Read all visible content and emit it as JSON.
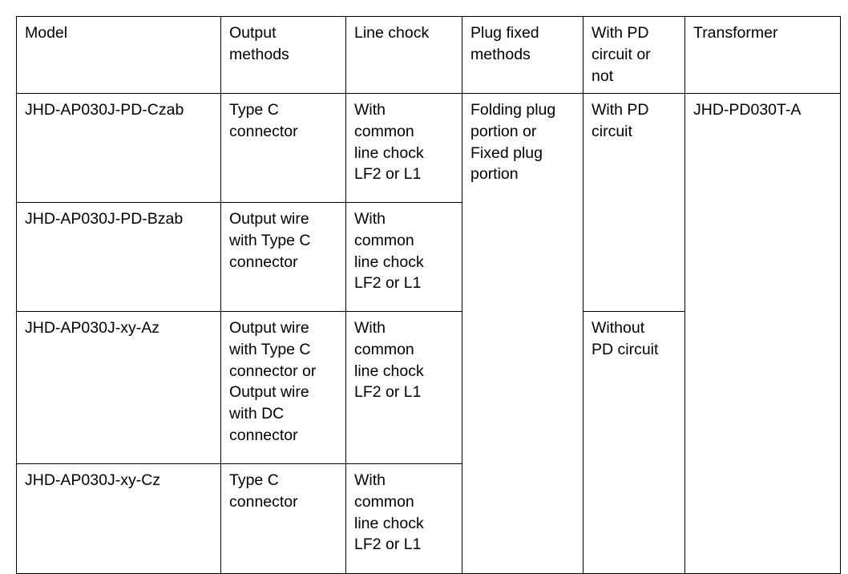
{
  "table": {
    "columns": [
      {
        "key": "model",
        "label": "Model"
      },
      {
        "key": "output",
        "label": "Output\nmethods"
      },
      {
        "key": "chock",
        "label": "Line chock"
      },
      {
        "key": "plug",
        "label": "Plug fixed\nmethods"
      },
      {
        "key": "pd",
        "label": "With PD\ncircuit or\nnot"
      },
      {
        "key": "transformer",
        "label": "Transformer"
      }
    ],
    "rows": [
      {
        "model": "JHD-AP030J-PD-Czab",
        "output": "Type C\nconnector",
        "chock": "With\ncommon\nline chock\nLF2 or L1"
      },
      {
        "model": "JHD-AP030J-PD-Bzab",
        "output": "Output wire\nwith Type C\nconnector",
        "chock": "With\ncommon\nline chock\nLF2 or L1"
      },
      {
        "model": "JHD-AP030J-xy-Az",
        "output": "Output wire\nwith Type C\nconnector or\nOutput wire\nwith DC\nconnector",
        "chock": "With\ncommon\nline chock\nLF2 or L1"
      },
      {
        "model": "JHD-AP030J-xy-Cz",
        "output": "Type C\nconnector",
        "chock": "With\ncommon\nline chock\nLF2 or L1"
      }
    ],
    "merged": {
      "plug_all_rows": "Folding plug\nportion or\nFixed plug\nportion",
      "pd_rows_1_2": "With PD\ncircuit",
      "pd_rows_3_4": "Without\nPD circuit",
      "transformer_all_rows": "JHD-PD030T-A"
    }
  }
}
